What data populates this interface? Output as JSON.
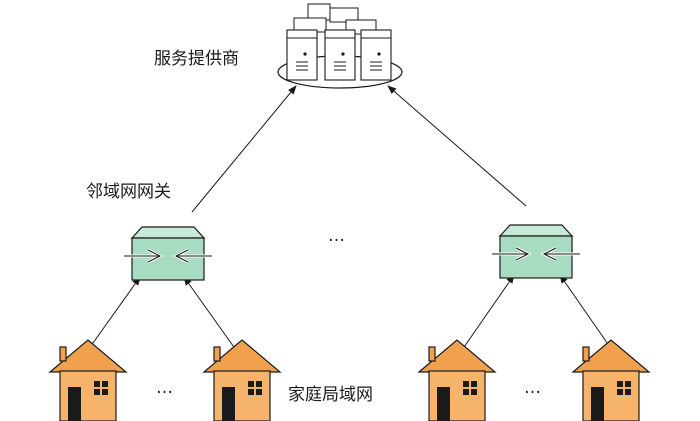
{
  "labels": {
    "service_provider": "服务提供商",
    "neighborhood_gateway": "邻域网网关",
    "home_lan": "家庭局域网",
    "gateway_ellipsis": "…",
    "house_ellipsis_left": "…",
    "house_ellipsis_right": "…"
  },
  "colors": {
    "gateway_fill": "#a8dcc2",
    "gateway_top": "#c7ead8",
    "house_fill": "#f6b36a",
    "house_roof": "#f1a04e",
    "server_fill": "#ffffff",
    "stroke": "#1a1a1a"
  },
  "icons": [
    "server-rack-icon",
    "gateway-icon",
    "house-icon",
    "arrow-icon"
  ]
}
